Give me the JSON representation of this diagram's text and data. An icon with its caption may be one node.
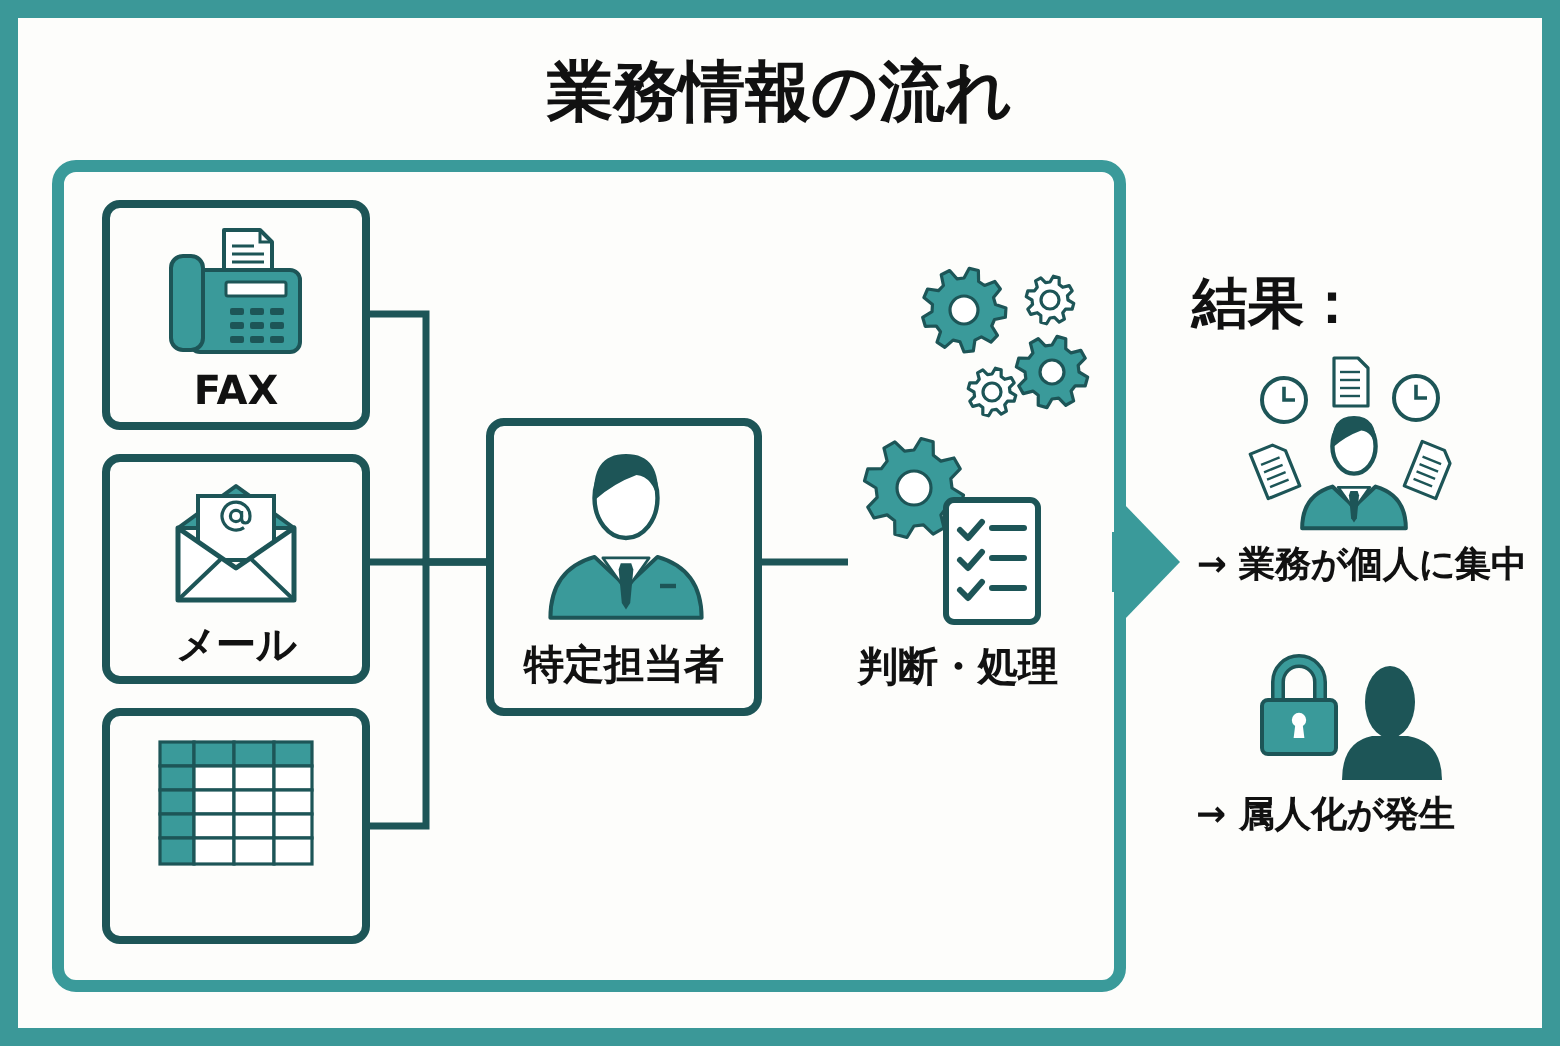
{
  "diagram": {
    "title": "業務情報の流れ",
    "nodes": [
      {
        "text": [],
        "shape": "box"
      },
      {
        "text": [
          "FAX"
        ],
        "in": 0
      },
      {
        "text": [
          "メール"
        ],
        "in": 0
      },
      {
        "text": [],
        "shape": "box",
        "in": 0
      },
      {
        "text": [
          "特定担当者"
        ],
        "in": 0
      },
      {
        "text": [
          "判断・処理"
        ],
        "in": 0
      },
      {
        "text": [
          "→ 業務が個人に集中"
        ]
      }
    ],
    "edges": [
      {
        "from": 1,
        "to": 4,
        "arrow": "none"
      },
      {
        "from": 2,
        "to": 4,
        "arrow": "none"
      },
      {
        "from": 3,
        "to": 4,
        "arrow": "none"
      },
      {
        "from": 4,
        "to": 5,
        "arrow": "none"
      },
      {
        "from": 0,
        "to": 6,
        "arrow": "to",
        "style": "thick",
        "color": "#3a9a9a"
      }
    ],
    "labels": [
      "結果：",
      "→ 属人化が発生"
    ]
  }
}
